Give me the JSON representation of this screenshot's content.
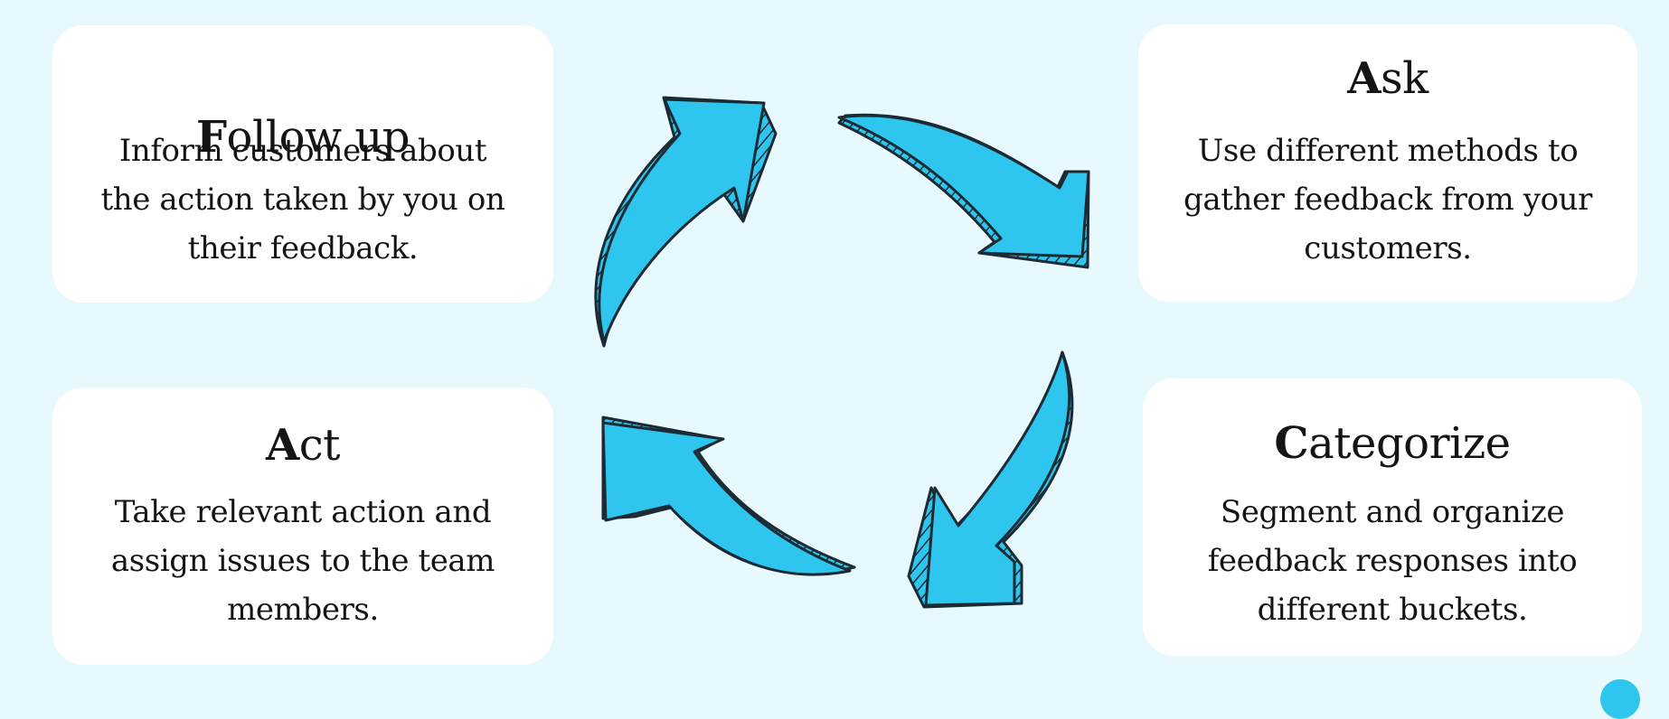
{
  "colors": {
    "background": "#e8f9fe",
    "card": "#ffffff",
    "arrow_fill": "#2ec6ef",
    "arrow_stroke": "#1b2a33",
    "text": "#141414"
  },
  "steps": {
    "follow_up": {
      "initial": "F",
      "rest": "ollow up",
      "description": "Inform customers about the action taken by you on their feedback."
    },
    "ask": {
      "initial": "A",
      "rest": "sk",
      "description": "Use different methods to gather feedback from your customers."
    },
    "categorize": {
      "initial": "C",
      "rest": "ategorize",
      "description": "Segment and organize feedback responses into different buckets."
    },
    "act": {
      "initial": "A",
      "rest": "ct",
      "description": "Take relevant action and assign issues to the team members."
    }
  },
  "cycle_arrows": [
    "arrow-right-icon",
    "arrow-down-icon",
    "arrow-left-icon",
    "arrow-up-icon"
  ]
}
